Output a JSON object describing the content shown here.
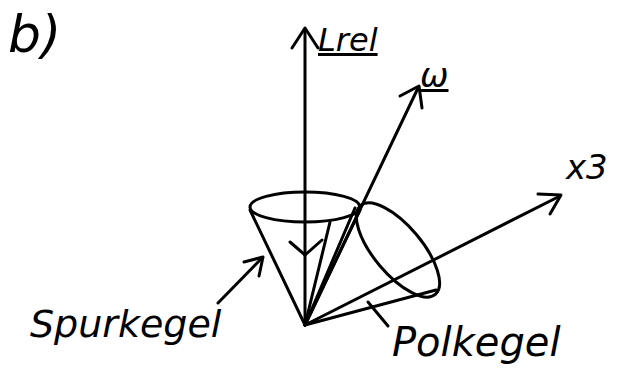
{
  "diagram": {
    "labels": [
      "b)",
      "Lrel",
      "ω",
      "x3",
      "Spurkegel",
      "Polkegel"
    ]
  }
}
